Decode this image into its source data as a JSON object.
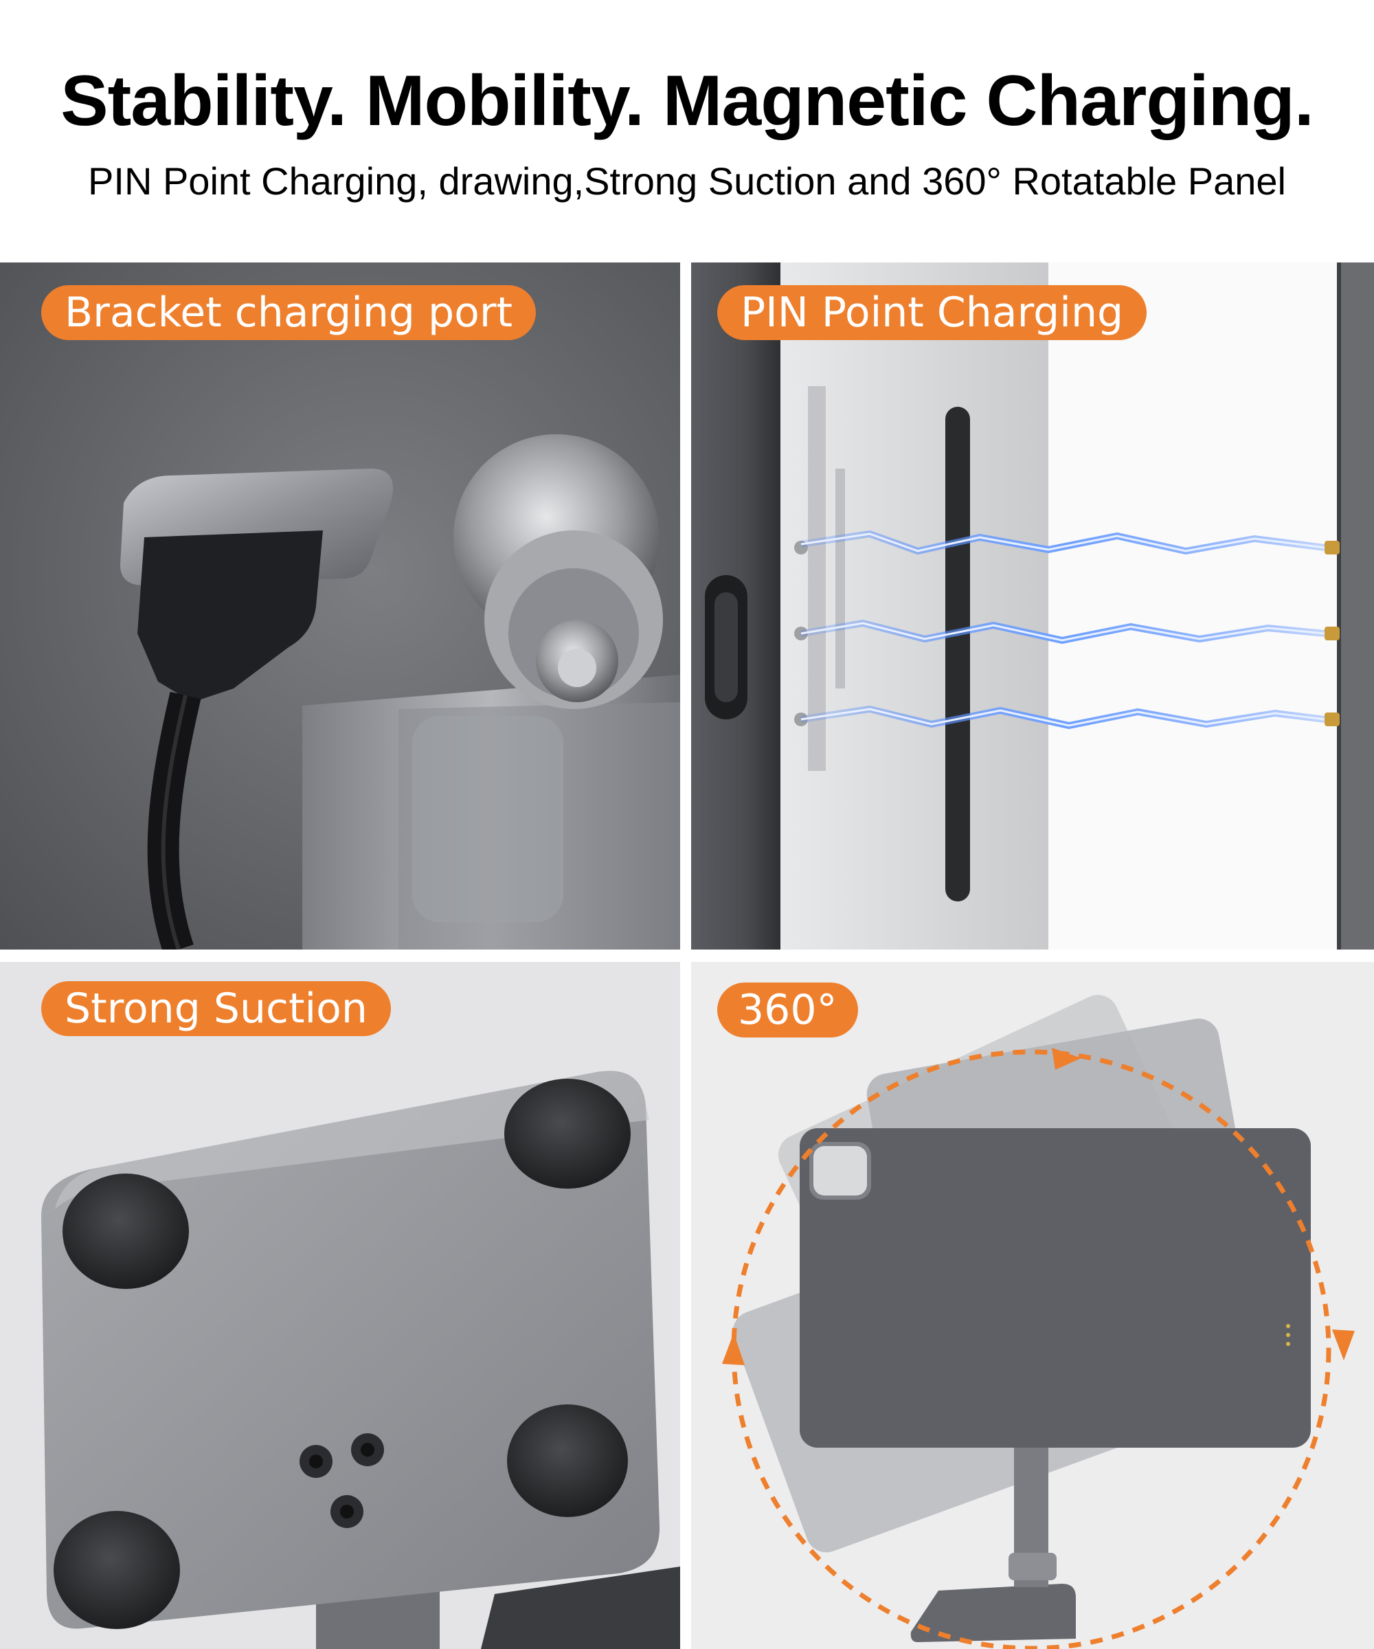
{
  "header": {
    "title": "Stability. Mobility. Magnetic Charging.",
    "subtitle": "PIN Point Charging, drawing,Strong Suction and 360° Rotatable Panel"
  },
  "panels": {
    "charging_port": {
      "label": "Bracket charging port"
    },
    "pin_charging": {
      "label": "PIN Point Charging"
    },
    "suction": {
      "label": "Strong Suction"
    },
    "rotation": {
      "label": "360°"
    }
  },
  "colors": {
    "accent": "#EE7F2D",
    "background": "#FFFFFF",
    "title_text": "#000000",
    "pill_text": "#FFFFFF"
  }
}
